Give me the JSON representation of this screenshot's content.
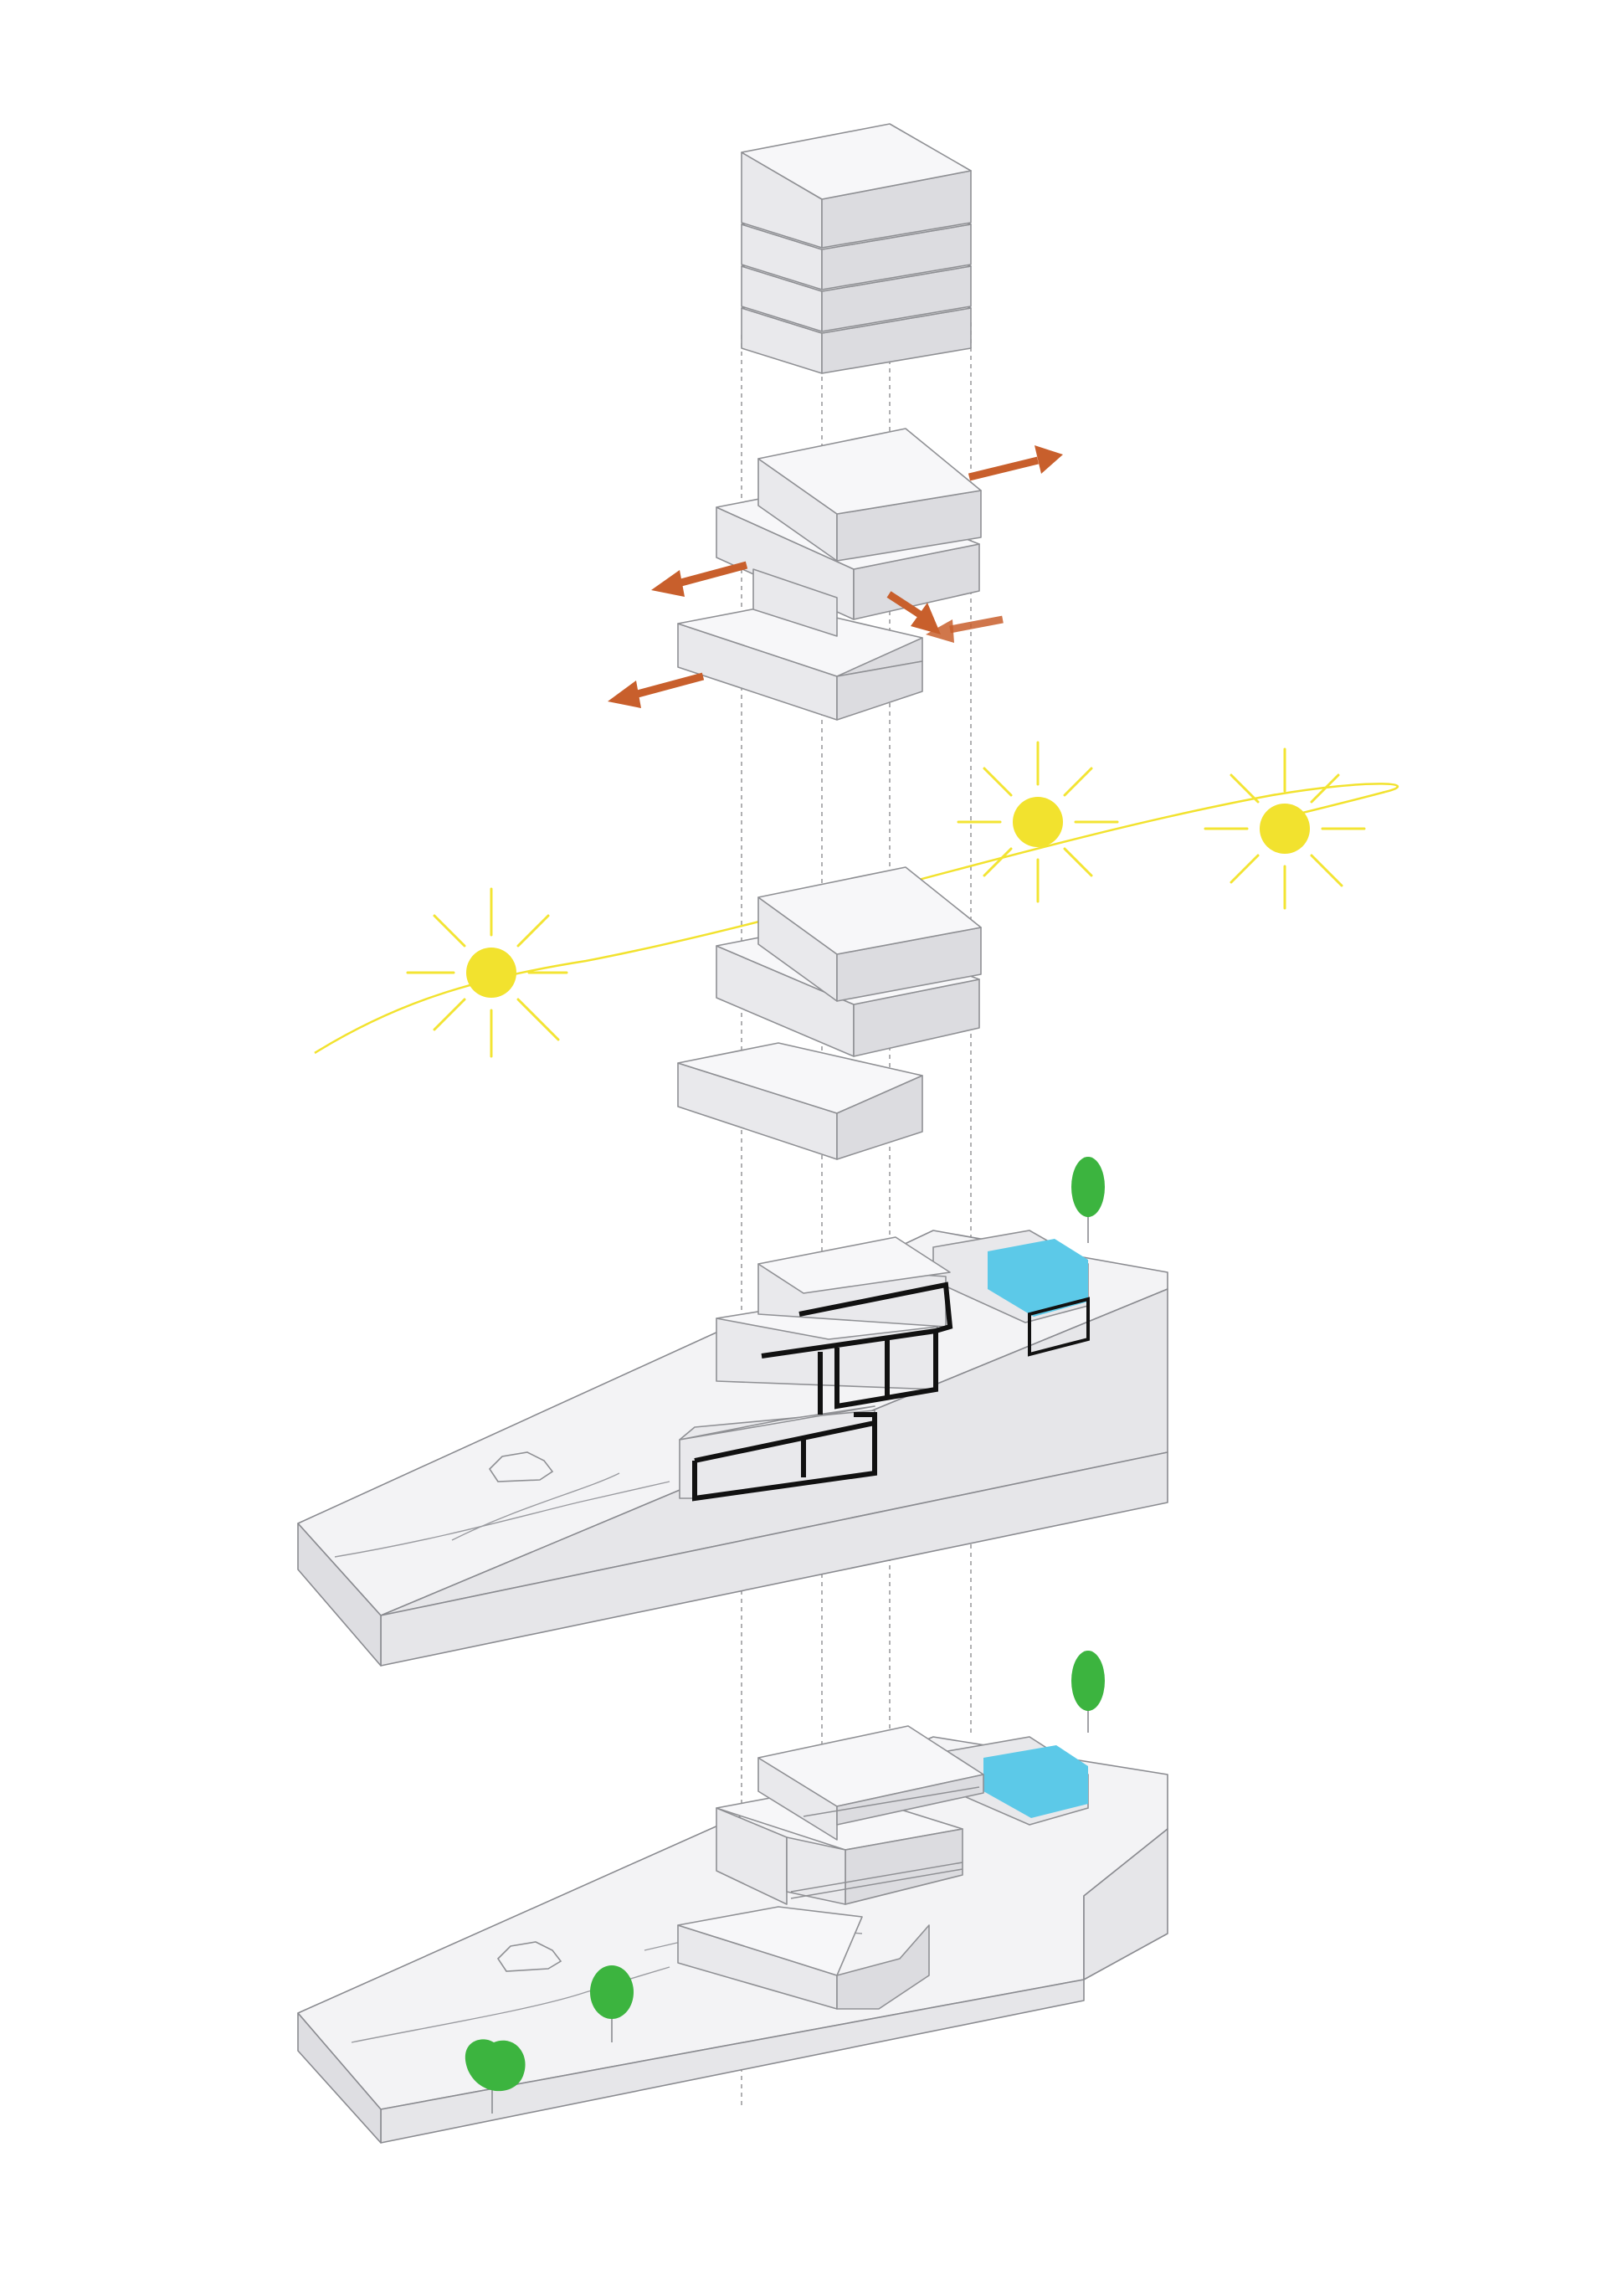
{
  "diagram": {
    "stages": [
      {
        "key": "stacked-volumes",
        "description_hidden": true
      },
      {
        "key": "shifted-volumes"
      },
      {
        "key": "sun-orientation"
      },
      {
        "key": "site-section"
      },
      {
        "key": "final-building"
      }
    ],
    "colors": {
      "sun": "#f2e22e",
      "arrow": "#c85f2c",
      "pool_water": "#5cc9e8",
      "tree": "#3cb43f",
      "section_cut": "#111111",
      "volume_top": "#f7f7f9",
      "volume_side": "#dcdce0"
    },
    "icons": [
      "sun-icon",
      "arrow-icon",
      "tree-icon",
      "car-icon",
      "pool-icon"
    ]
  }
}
